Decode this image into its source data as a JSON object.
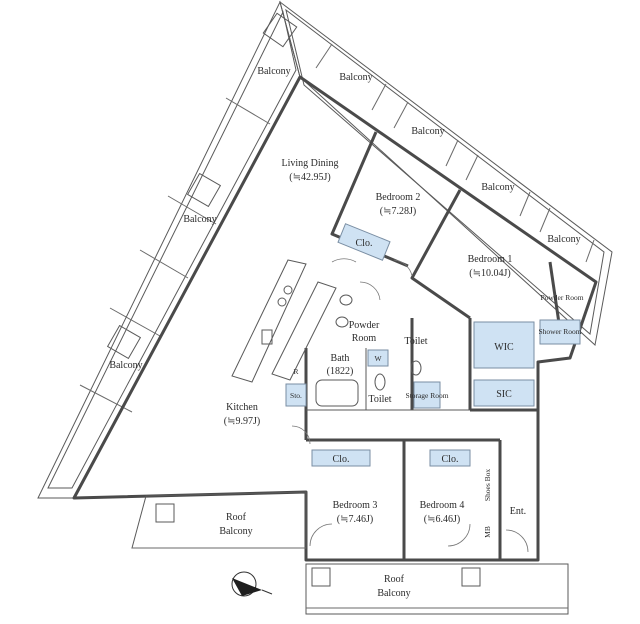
{
  "rooms": {
    "living_dining": {
      "name": "Living Dining",
      "area": "(≒42.95J)"
    },
    "bedroom1": {
      "name": "Bedroom 1",
      "area": "(≒10.04J)"
    },
    "bedroom2": {
      "name": "Bedroom 2",
      "area": "(≒7.28J)"
    },
    "bedroom3": {
      "name": "Bedroom 3",
      "area": "(≒7.46J)"
    },
    "bedroom4": {
      "name": "Bedroom 4",
      "area": "(≒6.46J)"
    },
    "kitchen": {
      "name": "Kitchen",
      "area": "(≒9.97J)"
    },
    "bath": {
      "name": "Bath",
      "size": "(1822)"
    },
    "powder_room": {
      "name": "Powder Room"
    },
    "powder_room_small": {
      "name": "Powder Room"
    },
    "shower_room": {
      "name": "Shower Room"
    },
    "toilet_a": {
      "name": "Toilet"
    },
    "toilet_b": {
      "name": "Toilet"
    },
    "storage_room": {
      "name": "Storage Room"
    },
    "entrance": {
      "name": "Ent."
    },
    "shoes_box": {
      "name": "Shoes Box"
    },
    "mb": {
      "name": "MB"
    }
  },
  "storage": {
    "clo_bedroom2": "Clo.",
    "clo_bedroom3": "Clo.",
    "clo_bedroom4": "Clo.",
    "wic": "WIC",
    "sic": "SIC",
    "sto": "Sto.",
    "w": "W",
    "r": "R"
  },
  "balconies": {
    "top_left": "Balcony",
    "top_mid": "Balcony",
    "mid": "Balcony",
    "right_a": "Balcony",
    "right_b": "Balcony",
    "left_mid": "Balcony",
    "left_low": "Balcony"
  },
  "roof_balconies": {
    "left": {
      "line1": "Roof",
      "line2": "Balcony"
    },
    "bottom": {
      "line1": "Roof",
      "line2": "Balcony"
    }
  },
  "colors": {
    "storage_fill": "#cfe2f3",
    "wall": "#4a4a4a"
  }
}
